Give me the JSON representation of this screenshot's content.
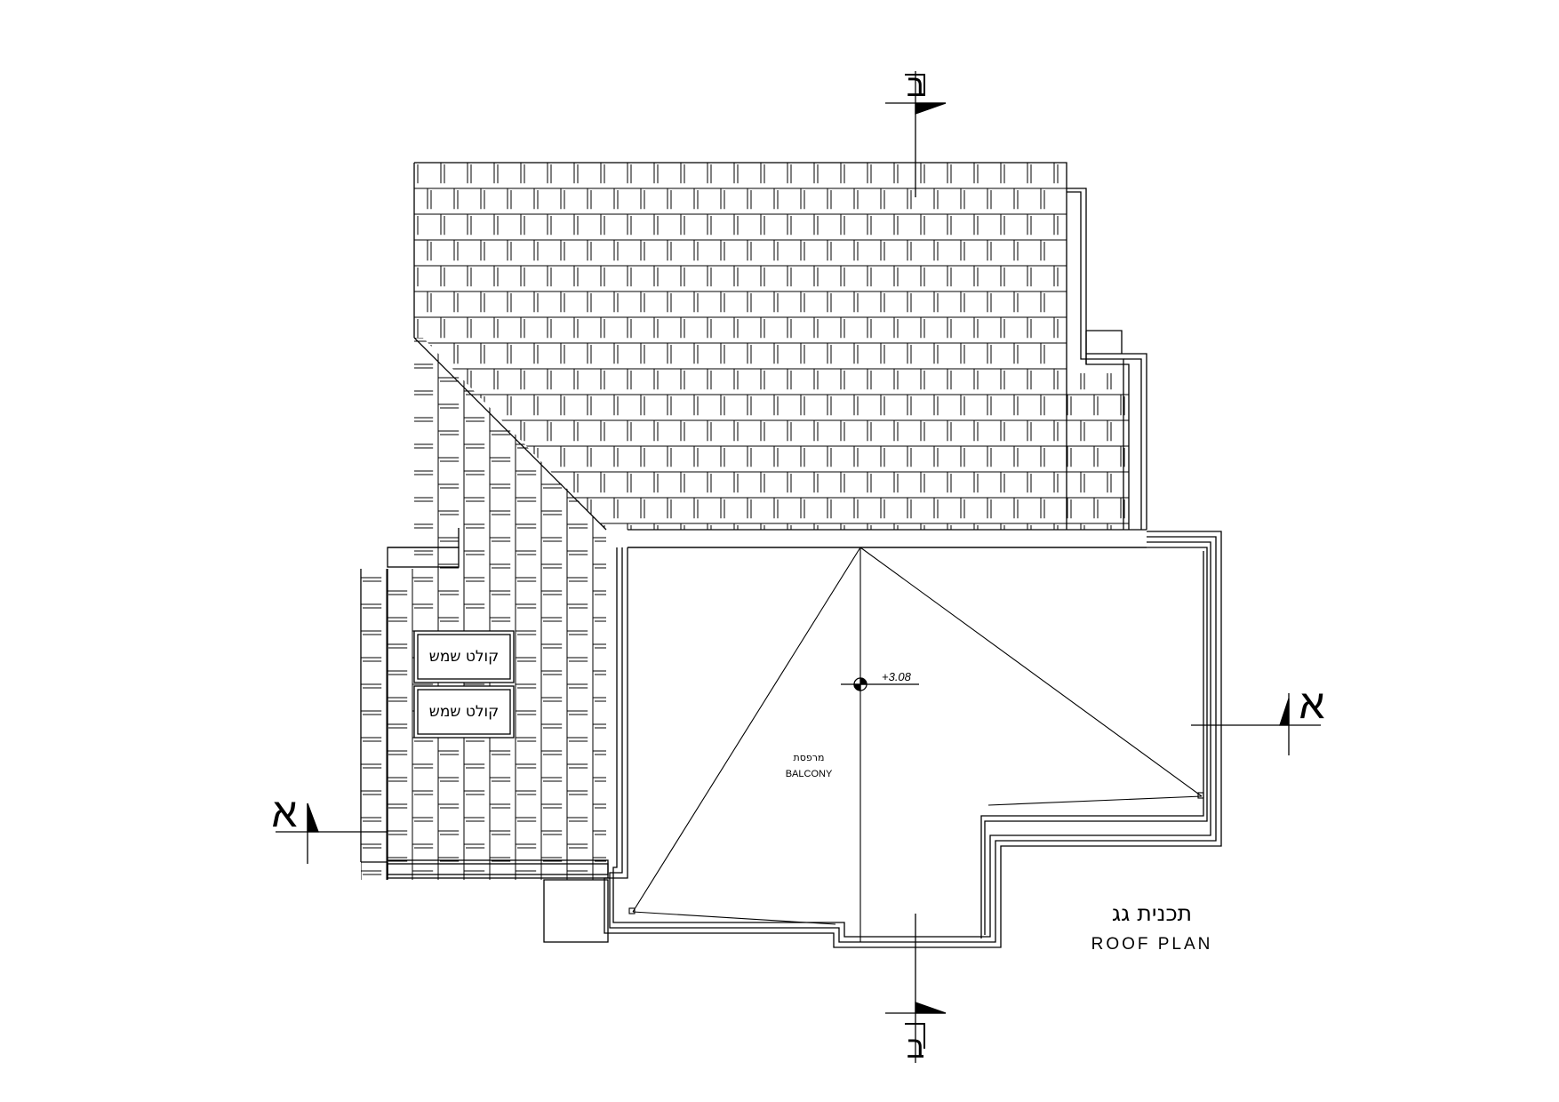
{
  "drawing": {
    "title_he": "תכנית גג",
    "title_en": "ROOF PLAN",
    "section_marker_a": "א",
    "section_marker_b": "ב",
    "solar_collector_he": "קולט שמש",
    "balcony_he": "מרפסת",
    "balcony_en": "BALCONY",
    "elevation": "+3.08",
    "line_color": "#000000",
    "background_color": "#ffffff"
  }
}
